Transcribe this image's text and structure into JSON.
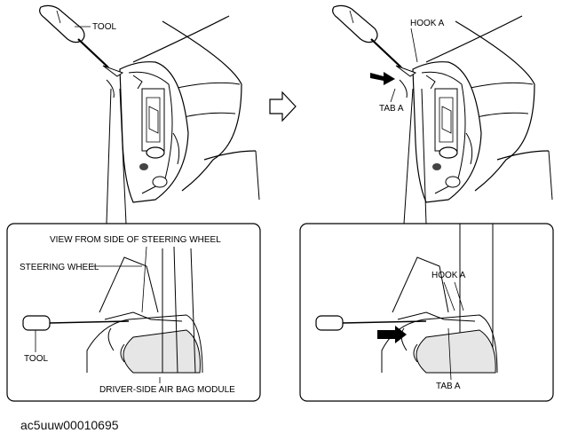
{
  "labels": {
    "tool_top": "TOOL",
    "hook_a_top": "HOOK A",
    "tab_a_top": "TAB A",
    "view_from_side": "VIEW FROM SIDE OF STEERING WHEEL",
    "steering_wheel": "STEERING WHEEL",
    "tool_inset": "TOOL",
    "driver_airbag": "DRIVER-SIDE AIR BAG MODULE",
    "hook_a_inset": "HOOK A",
    "tab_a_inset": "TAB A"
  },
  "figure_code": "ac5uuw00010695"
}
